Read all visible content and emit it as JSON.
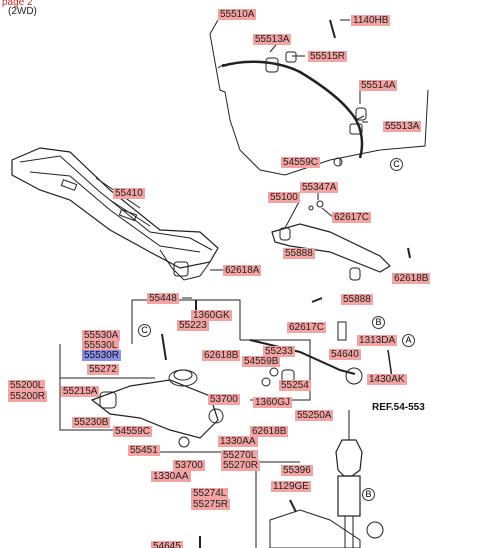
{
  "header": {
    "page": "page 2",
    "subtitle": "(2WD)"
  },
  "reference": "REF.54-553",
  "callouts": {
    "a": "A",
    "b": "B",
    "c": "C"
  },
  "parts": [
    "55510A",
    "1140HB",
    "55513A",
    "55515R",
    "55514A",
    "55513A",
    "54559C",
    "55410",
    "55347A",
    "55100",
    "62617C",
    "55888",
    "62618B",
    "62618A",
    "55888",
    "55448",
    "62617C",
    "1360GK",
    "55223",
    "55530A",
    "55530L",
    "55530R",
    "62618B",
    "55233",
    "54640",
    "1313DA",
    "54559B",
    "55272",
    "1430AK",
    "55254",
    "55200L",
    "55200R",
    "55215A",
    "53700",
    "1360GJ",
    "55250A",
    "55230B",
    "54559C",
    "62618B",
    "1330AA",
    "55451",
    "53700",
    "55270L",
    "55270R",
    "55396",
    "1330AA",
    "55274L",
    "55275R",
    "1129GE",
    "54645"
  ]
}
